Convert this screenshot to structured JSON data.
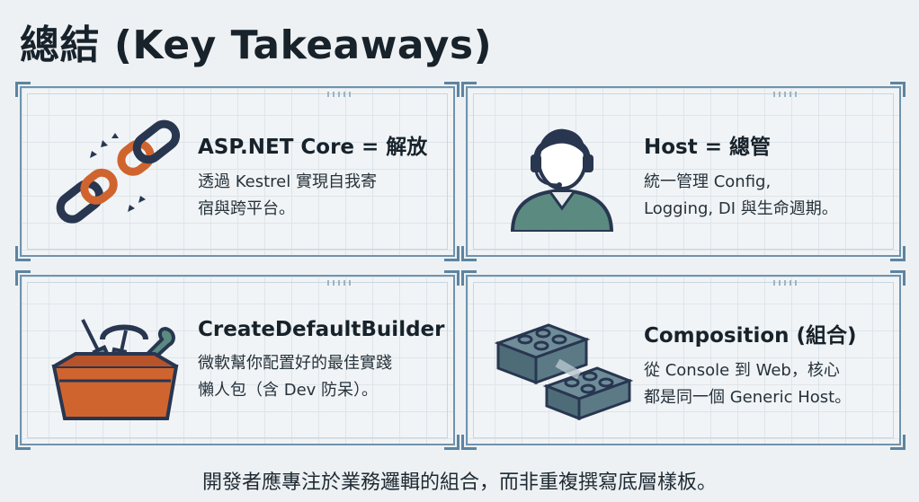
{
  "title": "總結 (Key Takeaways)",
  "cards": [
    {
      "icon": "broken-chain-icon",
      "title": "ASP.NET Core = 解放",
      "body_line1": "透過 Kestrel 實現自我寄",
      "body_line2": "宿與跨平台。"
    },
    {
      "icon": "headset-operator-icon",
      "title": "Host = 總管",
      "body_line1": "統一管理 Config,",
      "body_line2": "Logging, DI 與生命週期。"
    },
    {
      "icon": "toolbox-icon",
      "title": "CreateDefaultBuilder",
      "body_line1": "微軟幫你配置好的最佳實踐",
      "body_line2": "懶人包（含 Dev 防呆）。"
    },
    {
      "icon": "building-blocks-icon",
      "title": "Composition (組合)",
      "body_line1": "從 Console 到 Web，核心",
      "body_line2": "都是同一個 Generic Host。"
    }
  ],
  "footer": "開發者應專注於業務邏輯的組合，而非重複撰寫底層樣板。",
  "colors": {
    "accent_orange": "#d0642f",
    "navy": "#283650",
    "teal": "#5b8a80",
    "frame_blue": "#6f93ad"
  }
}
